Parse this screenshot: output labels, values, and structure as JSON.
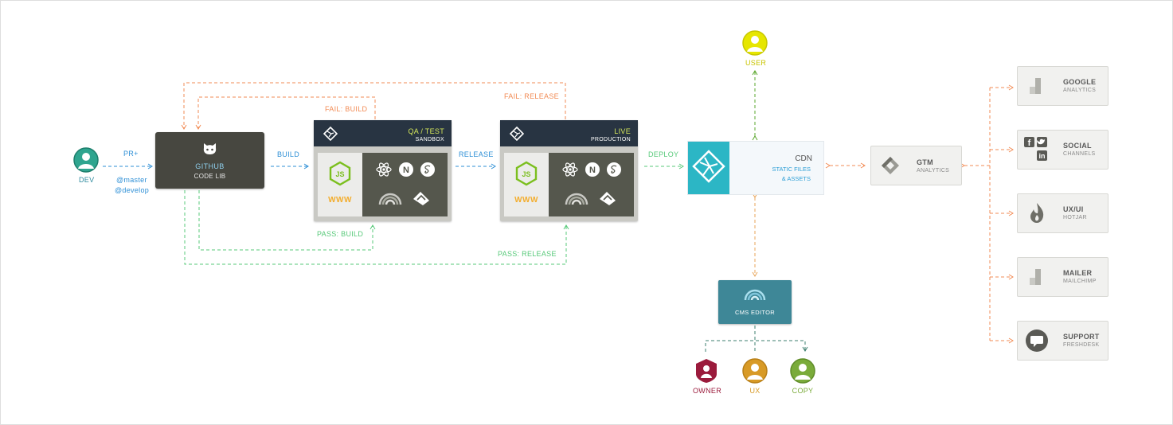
{
  "dev": {
    "label": "DEV",
    "pr": "PR+",
    "branch1": "@master",
    "branch2": "@develop"
  },
  "github": {
    "title": "GITHUB",
    "subtitle": "CODE LIB"
  },
  "flow": {
    "build": "BUILD",
    "release": "RELEASE",
    "deploy": "DEPLOY",
    "fail_build": "FAIL: BUILD",
    "fail_release": "FAIL: RELEASE",
    "pass_build": "PASS: BUILD",
    "pass_release": "PASS: RELEASE"
  },
  "qa": {
    "title": "QA / TEST",
    "subtitle": "SANDBOX",
    "www": "WWW"
  },
  "live": {
    "title": "LIVE",
    "subtitle": "PRODUCTION",
    "www": "WWW"
  },
  "cdn": {
    "title": "CDN",
    "line1": "STATIC FILES",
    "line2": "& ASSETS"
  },
  "user": {
    "label": "USER"
  },
  "cms": {
    "title": "CMS EDITOR"
  },
  "editors": [
    {
      "label": "OWNER",
      "color": "#9b1b3c"
    },
    {
      "label": "UX",
      "color": "#d89a26"
    },
    {
      "label": "COPY",
      "color": "#7aab3a"
    }
  ],
  "gtm": {
    "name": "GTM",
    "sub": "ANALYTICS"
  },
  "services": [
    {
      "name": "GOOGLE",
      "sub": "ANALYTICS",
      "icon": "bar-chart-icon"
    },
    {
      "name": "SOCIAL",
      "sub": "CHANNELS",
      "icon": "social-icons"
    },
    {
      "name": "UX/UI",
      "sub": "HOTJAR",
      "icon": "flame-icon"
    },
    {
      "name": "MAILER",
      "sub": "MAILCHIMP",
      "icon": "bar-chart-icon"
    },
    {
      "name": "SUPPORT",
      "sub": "FRESHDESK",
      "icon": "chat-icon"
    }
  ],
  "colors": {
    "blue": "#2d8fd6",
    "orange": "#f28b54",
    "green": "#57c979",
    "teal": "#2cb6c5",
    "user": "#e6e600"
  }
}
